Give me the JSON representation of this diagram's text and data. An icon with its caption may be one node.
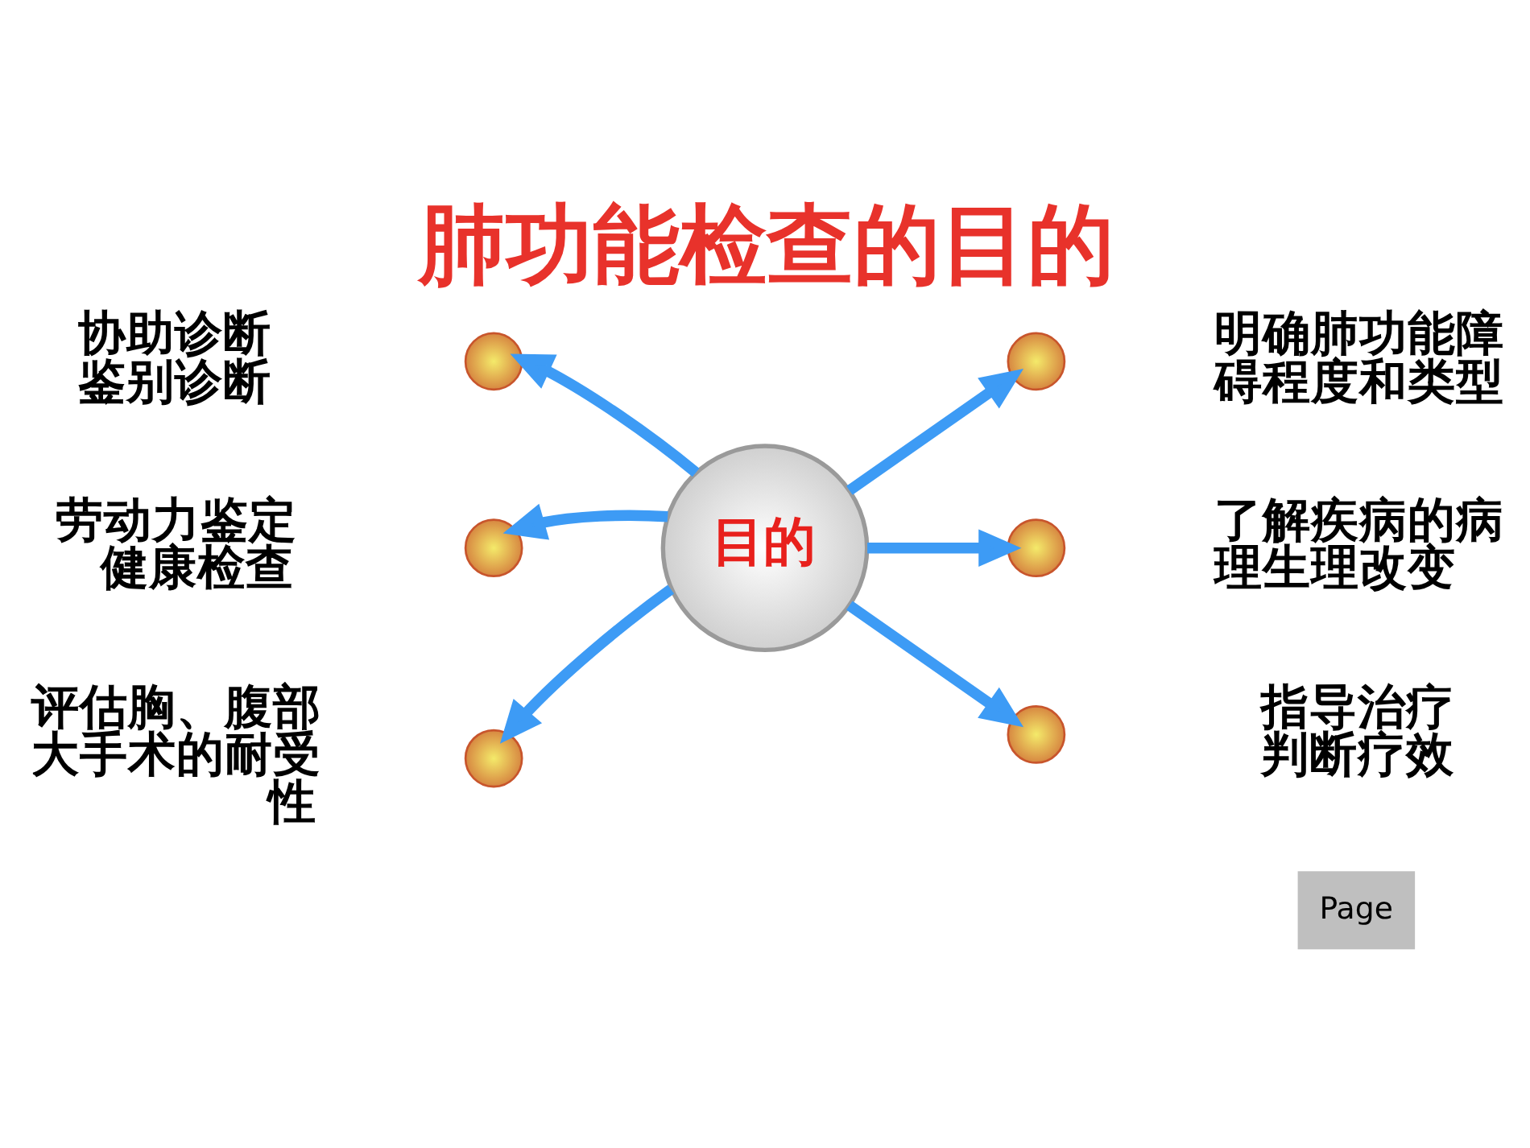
{
  "diagram": {
    "title": "肺功能检查的目的",
    "nodes": [
      {
        "text": [],
        "shape": "circle",
        "beside": [
          "协助诊断",
          "鉴别诊断"
        ]
      },
      {
        "text": [],
        "shape": "circle",
        "beside": [
          "明确肺功能障碍程度和类型"
        ]
      },
      {
        "text": [],
        "shape": "circle",
        "beside": [
          "劳动力鉴定",
          "健康检查"
        ]
      },
      {
        "text": [
          "目的"
        ]
      },
      {
        "text": [],
        "shape": "circle",
        "beside": [
          "了解疾病的病理生理改变"
        ]
      },
      {
        "text": [],
        "shape": "circle",
        "beside": [
          "评估胸、腹部大手术的耐受性"
        ]
      },
      {
        "text": [],
        "shape": "circle",
        "beside": [
          "指导治疗",
          "判断疗效"
        ]
      }
    ],
    "edges": [
      {
        "from": 3,
        "to": 0,
        "arrow": "to"
      },
      {
        "from": 3,
        "to": 1,
        "arrow": "to"
      },
      {
        "from": 3,
        "to": 4,
        "arrow": "to"
      },
      {
        "from": 3,
        "to": 6,
        "arrow": "to"
      },
      {
        "from": 3,
        "to": 5,
        "arrow": "to"
      },
      {
        "from": 3,
        "to": 2,
        "arrow": "to"
      }
    ],
    "labels": [
      "Page"
    ]
  }
}
